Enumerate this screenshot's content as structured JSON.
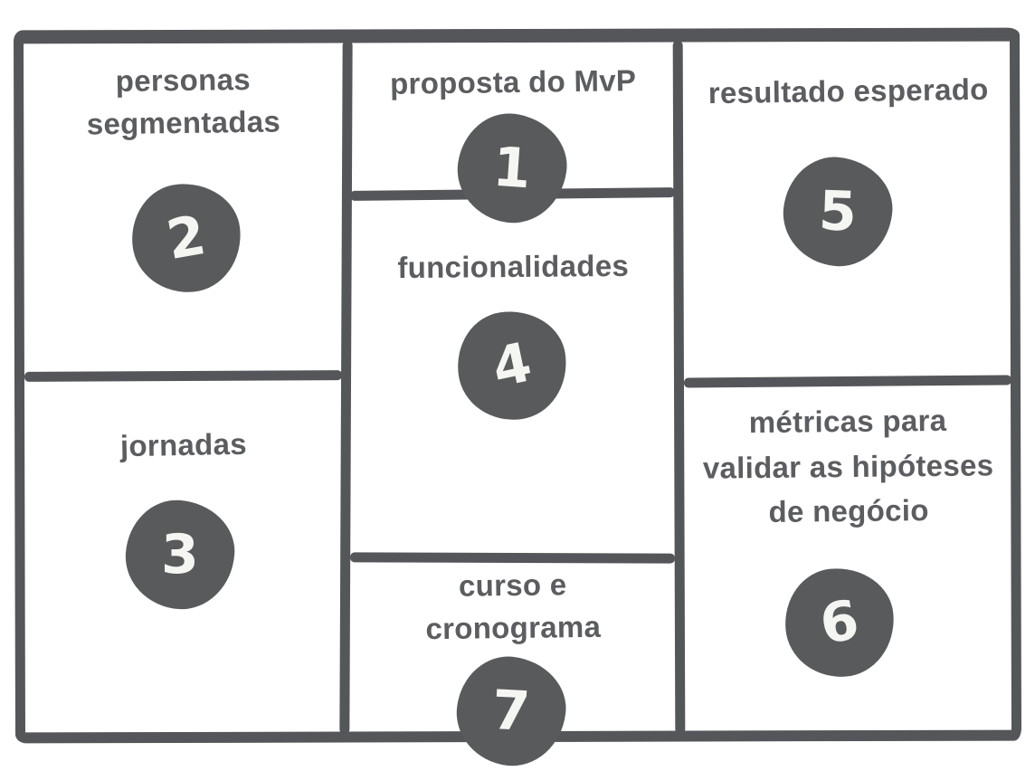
{
  "canvas": {
    "colors": {
      "ink": "#55565a",
      "circle": "#595a5c",
      "label": "#5c5d60",
      "digit": "#f5f5f2",
      "paper": "#ffffff"
    },
    "sections": [
      {
        "id": "proposta-do-mvp",
        "number": "1",
        "lines": [
          "proposta do MvP"
        ]
      },
      {
        "id": "personas-segmentadas",
        "number": "2",
        "lines": [
          "personas",
          "segmentadas"
        ]
      },
      {
        "id": "jornadas",
        "number": "3",
        "lines": [
          "jornadas"
        ]
      },
      {
        "id": "funcionalidades",
        "number": "4",
        "lines": [
          "funcionalidades"
        ]
      },
      {
        "id": "resultado-esperado",
        "number": "5",
        "lines": [
          "resultado esperado"
        ]
      },
      {
        "id": "metricas-para-validar-as-hipoteses-de-negocio",
        "number": "6",
        "lines": [
          "métricas para",
          "validar as hipóteses",
          "de negócio"
        ]
      },
      {
        "id": "curso-e-cronograma",
        "number": "7",
        "lines": [
          "curso e",
          "cronograma"
        ]
      }
    ]
  }
}
